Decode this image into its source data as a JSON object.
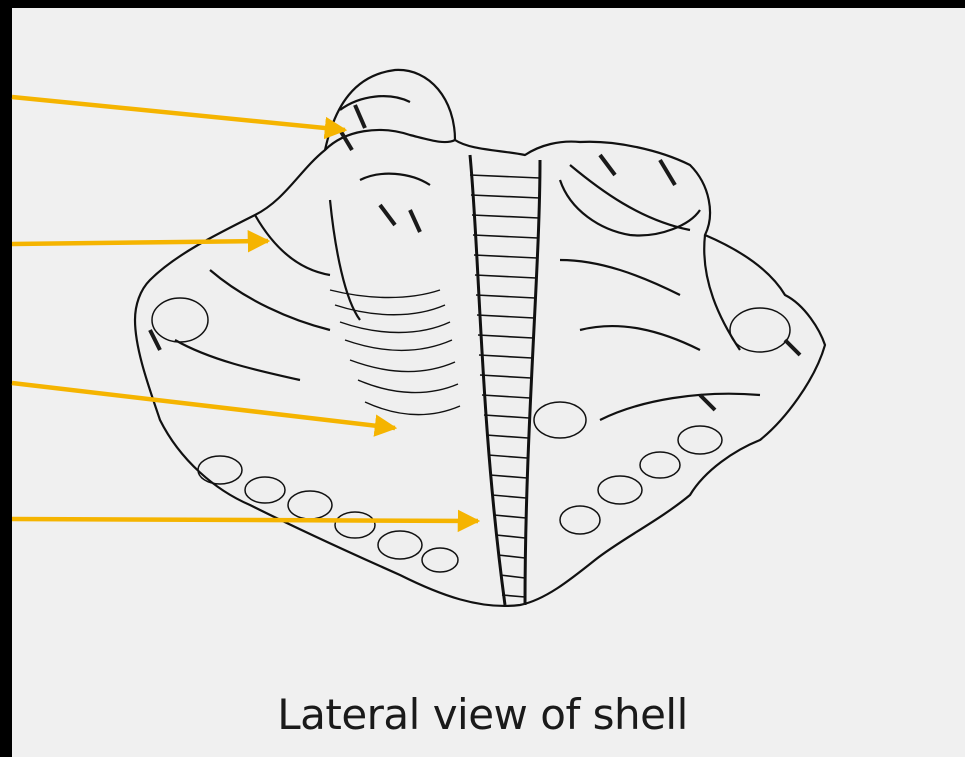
{
  "figure": {
    "caption": "Lateral view of shell",
    "arrow_color": "#f5b400",
    "pointer_arrows": [
      {
        "name": "pointer-arrow-1"
      },
      {
        "name": "pointer-arrow-2"
      },
      {
        "name": "pointer-arrow-3"
      },
      {
        "name": "pointer-arrow-4"
      }
    ]
  }
}
